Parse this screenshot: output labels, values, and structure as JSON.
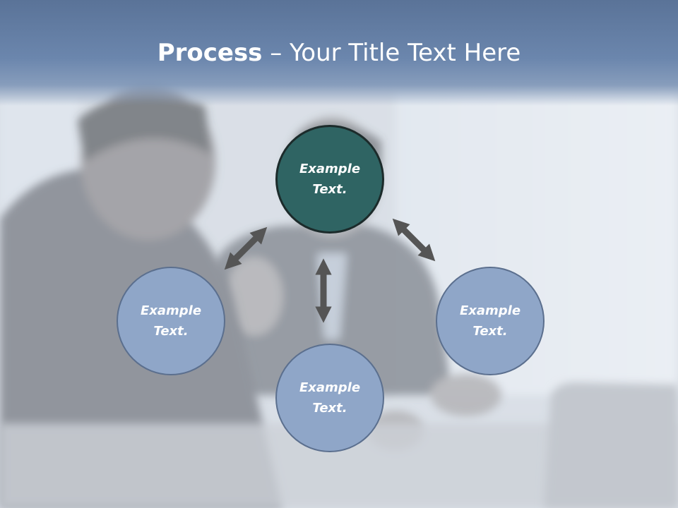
{
  "title": {
    "bold_part": "Process",
    "rest_part": " – Your Title Text Here"
  },
  "nodes": {
    "top": {
      "text": "Example Text."
    },
    "left": {
      "text": "Example Text."
    },
    "bottom": {
      "text": "Example Text."
    },
    "right": {
      "text": "Example Text."
    }
  },
  "colors": {
    "title_band": "#6b86ad",
    "node_light": "#8fa6c8",
    "node_dark": "#2f6463",
    "arrow": "#555555"
  }
}
